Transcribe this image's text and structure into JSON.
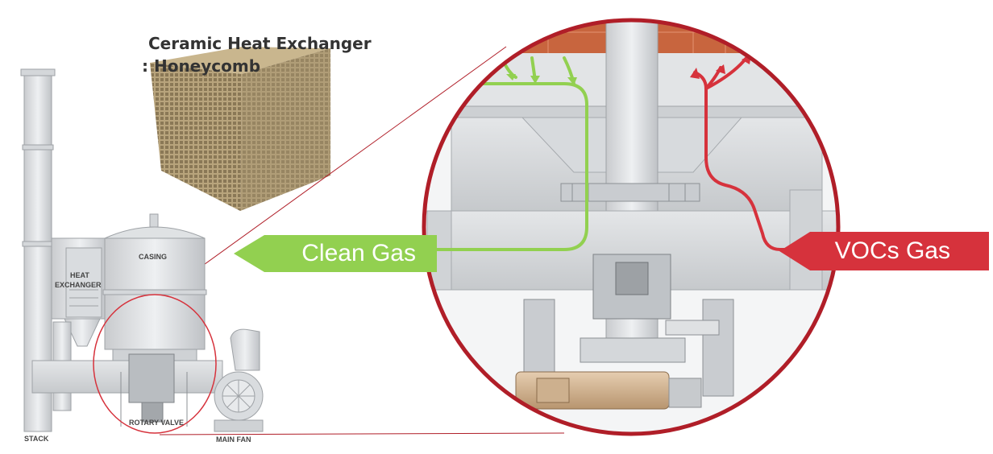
{
  "title": {
    "line1": "Ceramic Heat Exchanger",
    "line2": ": Honeycomb"
  },
  "callouts": {
    "clean_gas": "Clean Gas",
    "vocs_gas": "VOCs Gas"
  },
  "equipment_labels": {
    "stack": "STACK",
    "rotary_valve": "ROTARY VALVE",
    "main_fan": "MAIN FAN",
    "casing": "CASING",
    "heat_exchanger_line1": "HEAT",
    "heat_exchanger_line2": "EXCHANGER"
  },
  "colors": {
    "clean_gas": "#92d050",
    "vocs_gas": "#d6323c",
    "zoom_ring": "#b01e28",
    "honeycomb": "#b8a47c",
    "ceramic_top": "#c8653e"
  }
}
